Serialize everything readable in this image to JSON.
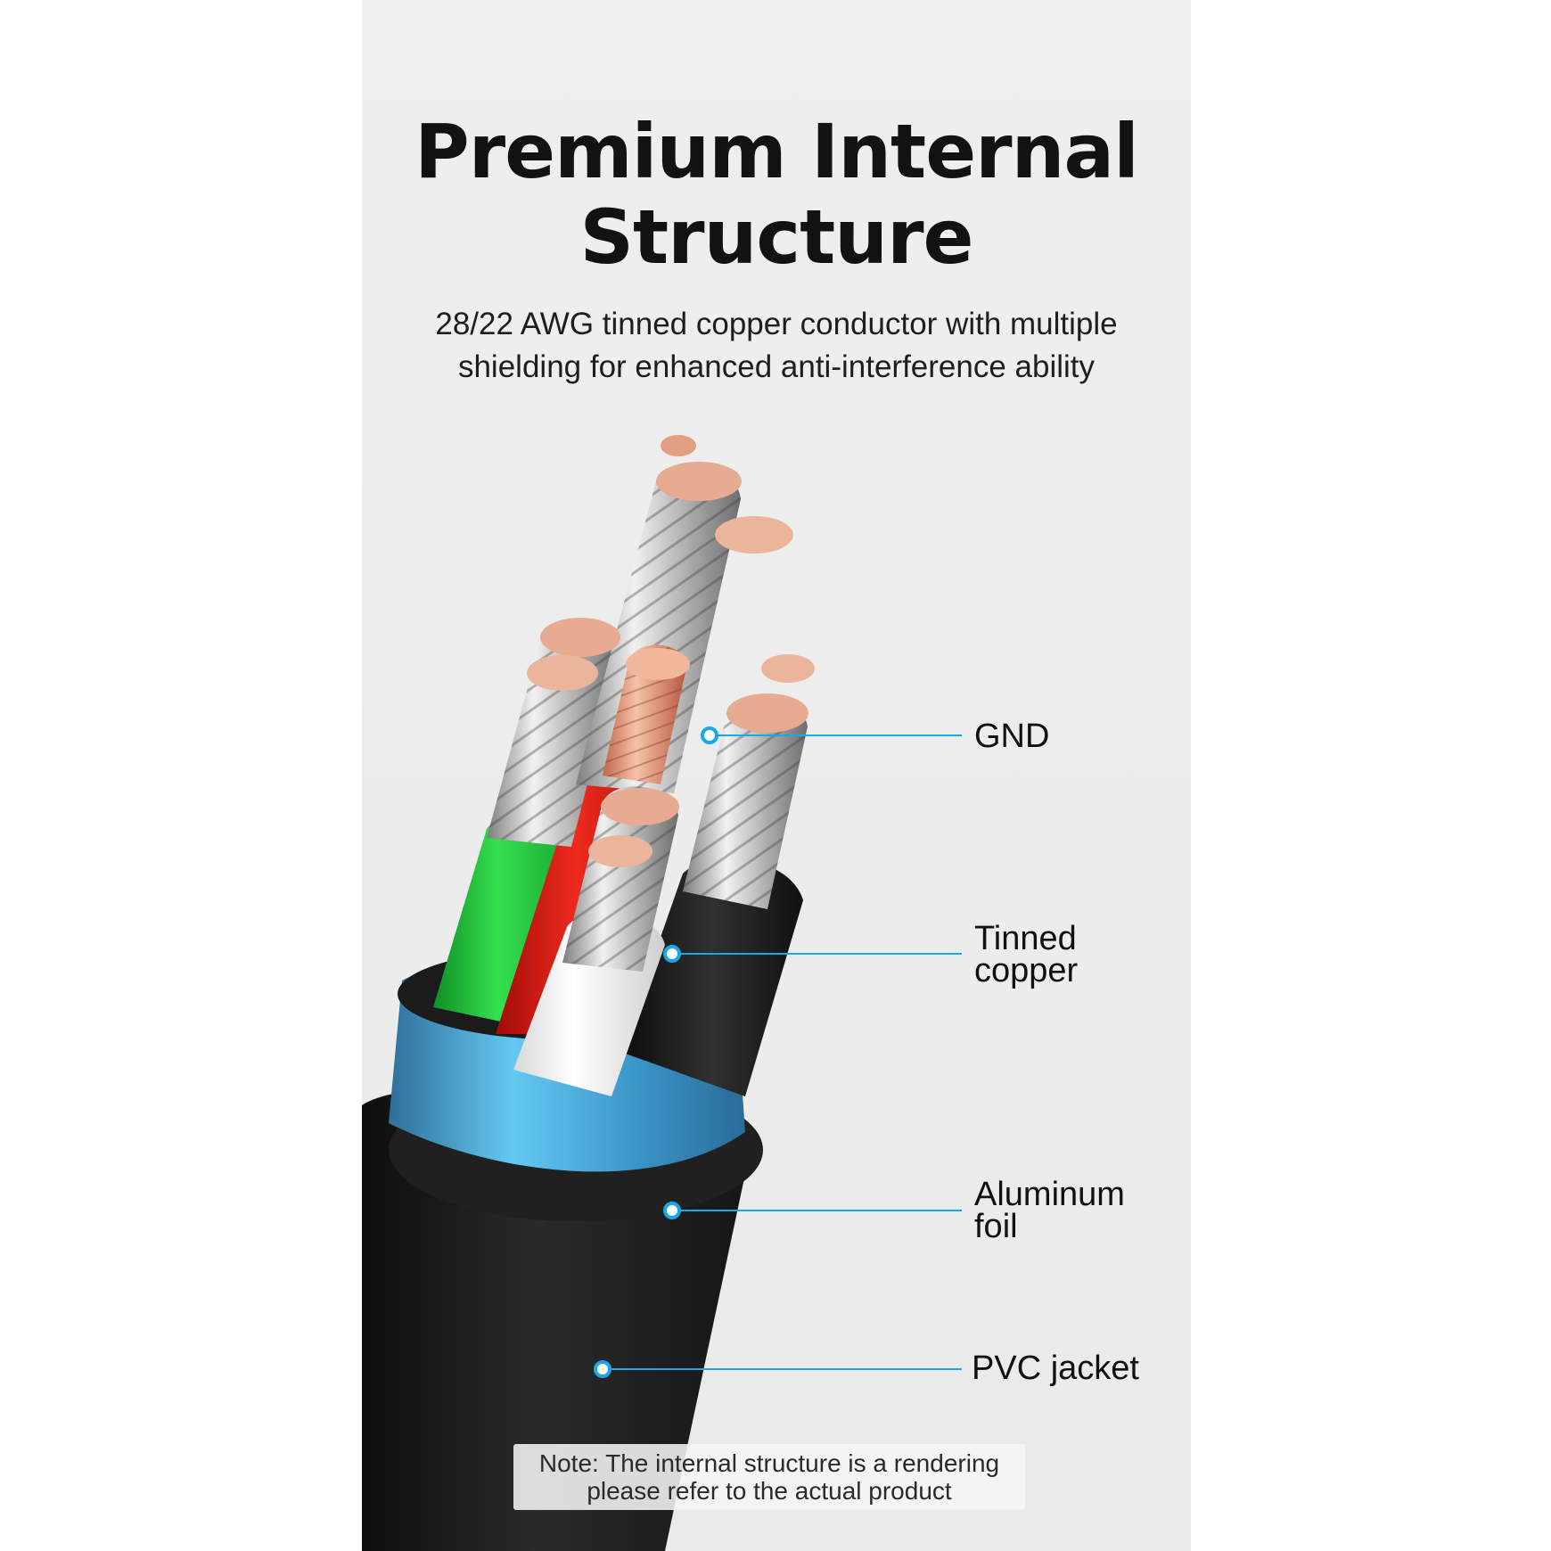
{
  "title": {
    "line1": "Premium Internal",
    "line2": "Structure"
  },
  "subtitle": {
    "line1": "28/22 AWG tinned copper conductor with multiple",
    "line2": "shielding for enhanced anti-interference ability"
  },
  "callouts": [
    {
      "lines": [
        "GND"
      ]
    },
    {
      "lines": [
        "Tinned",
        "copper"
      ]
    },
    {
      "lines": [
        "Aluminum",
        "foil"
      ]
    },
    {
      "lines": [
        "PVC jacket"
      ]
    }
  ],
  "note": {
    "line1": "Note: The internal structure is a rendering",
    "line2": "please refer to the actual product"
  },
  "colors": {
    "background": "#ececec",
    "callout_line": "#1aa7e8",
    "jacket": "#1a1a1a",
    "foil": "#4ab6e6",
    "wire_green": "#22c43a",
    "wire_red": "#e01e16",
    "wire_white": "#f4f4f4",
    "wire_black": "#1c1c1c",
    "copper": "#e9a98c"
  }
}
